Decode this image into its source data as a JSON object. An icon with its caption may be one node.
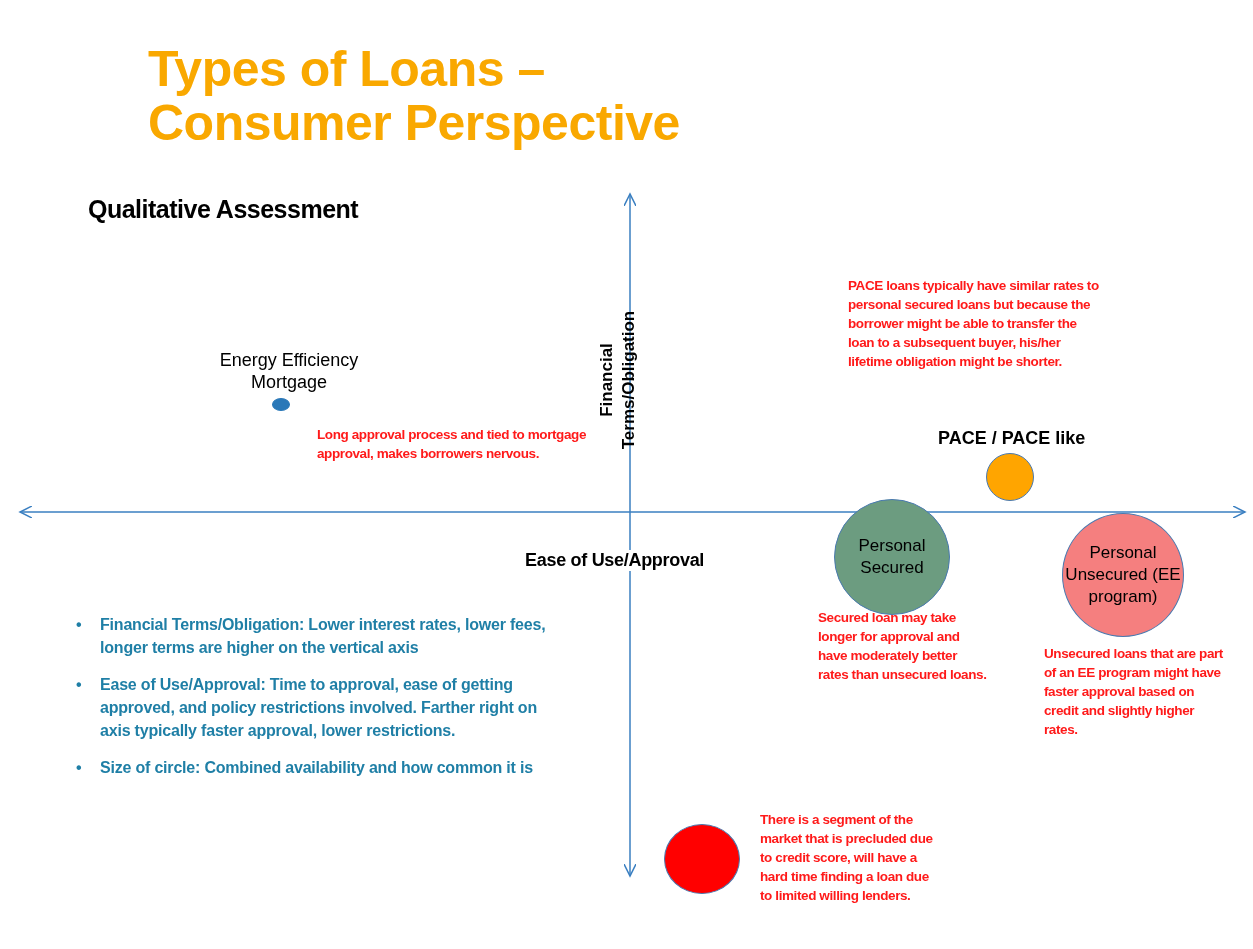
{
  "diagram": {
    "title": "Types of Loans – Consumer Perspective",
    "nodes": [
      {
        "text": [],
        "shape": "circle",
        "beside": [
          "Energy Efficiency Mortgage",
          "Long approval process and tied to mortgage approval, makes borrowers nervous."
        ]
      },
      {
        "text": [],
        "shape": "circle",
        "beside": [
          "PACE / PACE like"
        ]
      },
      {
        "text": [
          "Personal Secured"
        ],
        "beside": [
          "Secured loan may take longer for approval and have moderately better rates than unsecured loans."
        ]
      },
      {
        "text": [
          "Personal Unsecured (EE program)"
        ],
        "beside": [
          "Unsecured loans that are part of an EE program might have faster approval based on credit and slightly higher rates."
        ]
      },
      {
        "text": [],
        "shape": "circle",
        "beside": [
          "There is a segment of the market that is precluded due to credit score, will have a hard time finding a loan due to limited willing lenders."
        ]
      }
    ],
    "edges": [],
    "labels": [
      "Qualitative Assessment",
      "Financial Terms/Obligation",
      "PACE loans typically have similar rates to personal secured loans but because the borrower might be able to transfer the loan to a subsequent buyer, his/her lifetime obligation might be shorter.",
      "Ease of Use/Approval",
      "•",
      "Financial Terms/Obligation:  Lower interest rates, lower fees, longer terms are higher on the vertical axis",
      "•",
      "Ease of Use/Approval:  Time to approval, ease of getting approved, and policy restrictions involved.  Farther right on axis typically faster approval, lower restrictions.",
      "•",
      "Size of circle:  Combined availability and how common it is"
    ]
  }
}
